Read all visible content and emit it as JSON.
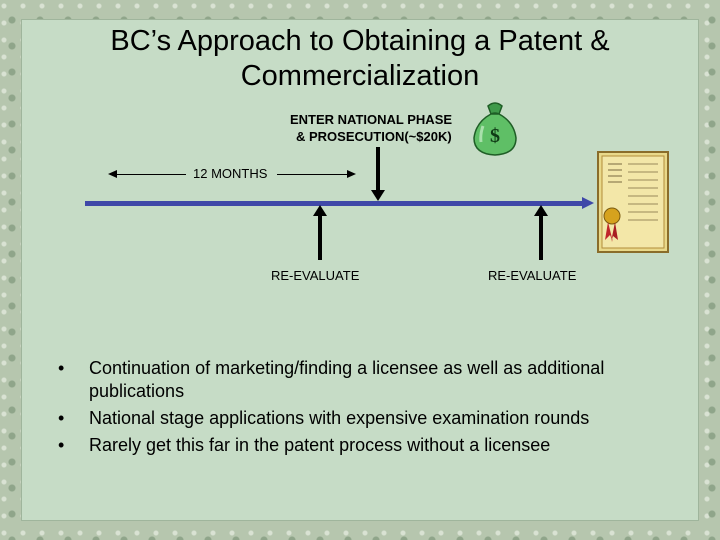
{
  "slide": {
    "title_line1": "BC’s Approach to Obtaining a Patent &",
    "title_line2": "Commercialization"
  },
  "timeline": {
    "national_phase_line1": "ENTER NATIONAL PHASE",
    "national_phase_line2": "& PROSECUTION(~$20K)",
    "months_label": "12 MONTHS",
    "reevaluate_1": "RE-EVALUATE",
    "reevaluate_2": "RE-EVALUATE",
    "timeline_color": "#3f48a8"
  },
  "icons": {
    "money_bag": "money-bag-icon",
    "money_bag_symbol": "$",
    "certificate": "patent-certificate-icon"
  },
  "bullets": [
    "Continuation of marketing/finding a licensee as well as additional publications",
    "National stage applications with expensive examination rounds",
    "Rarely get this far in the patent process without a licensee"
  ]
}
